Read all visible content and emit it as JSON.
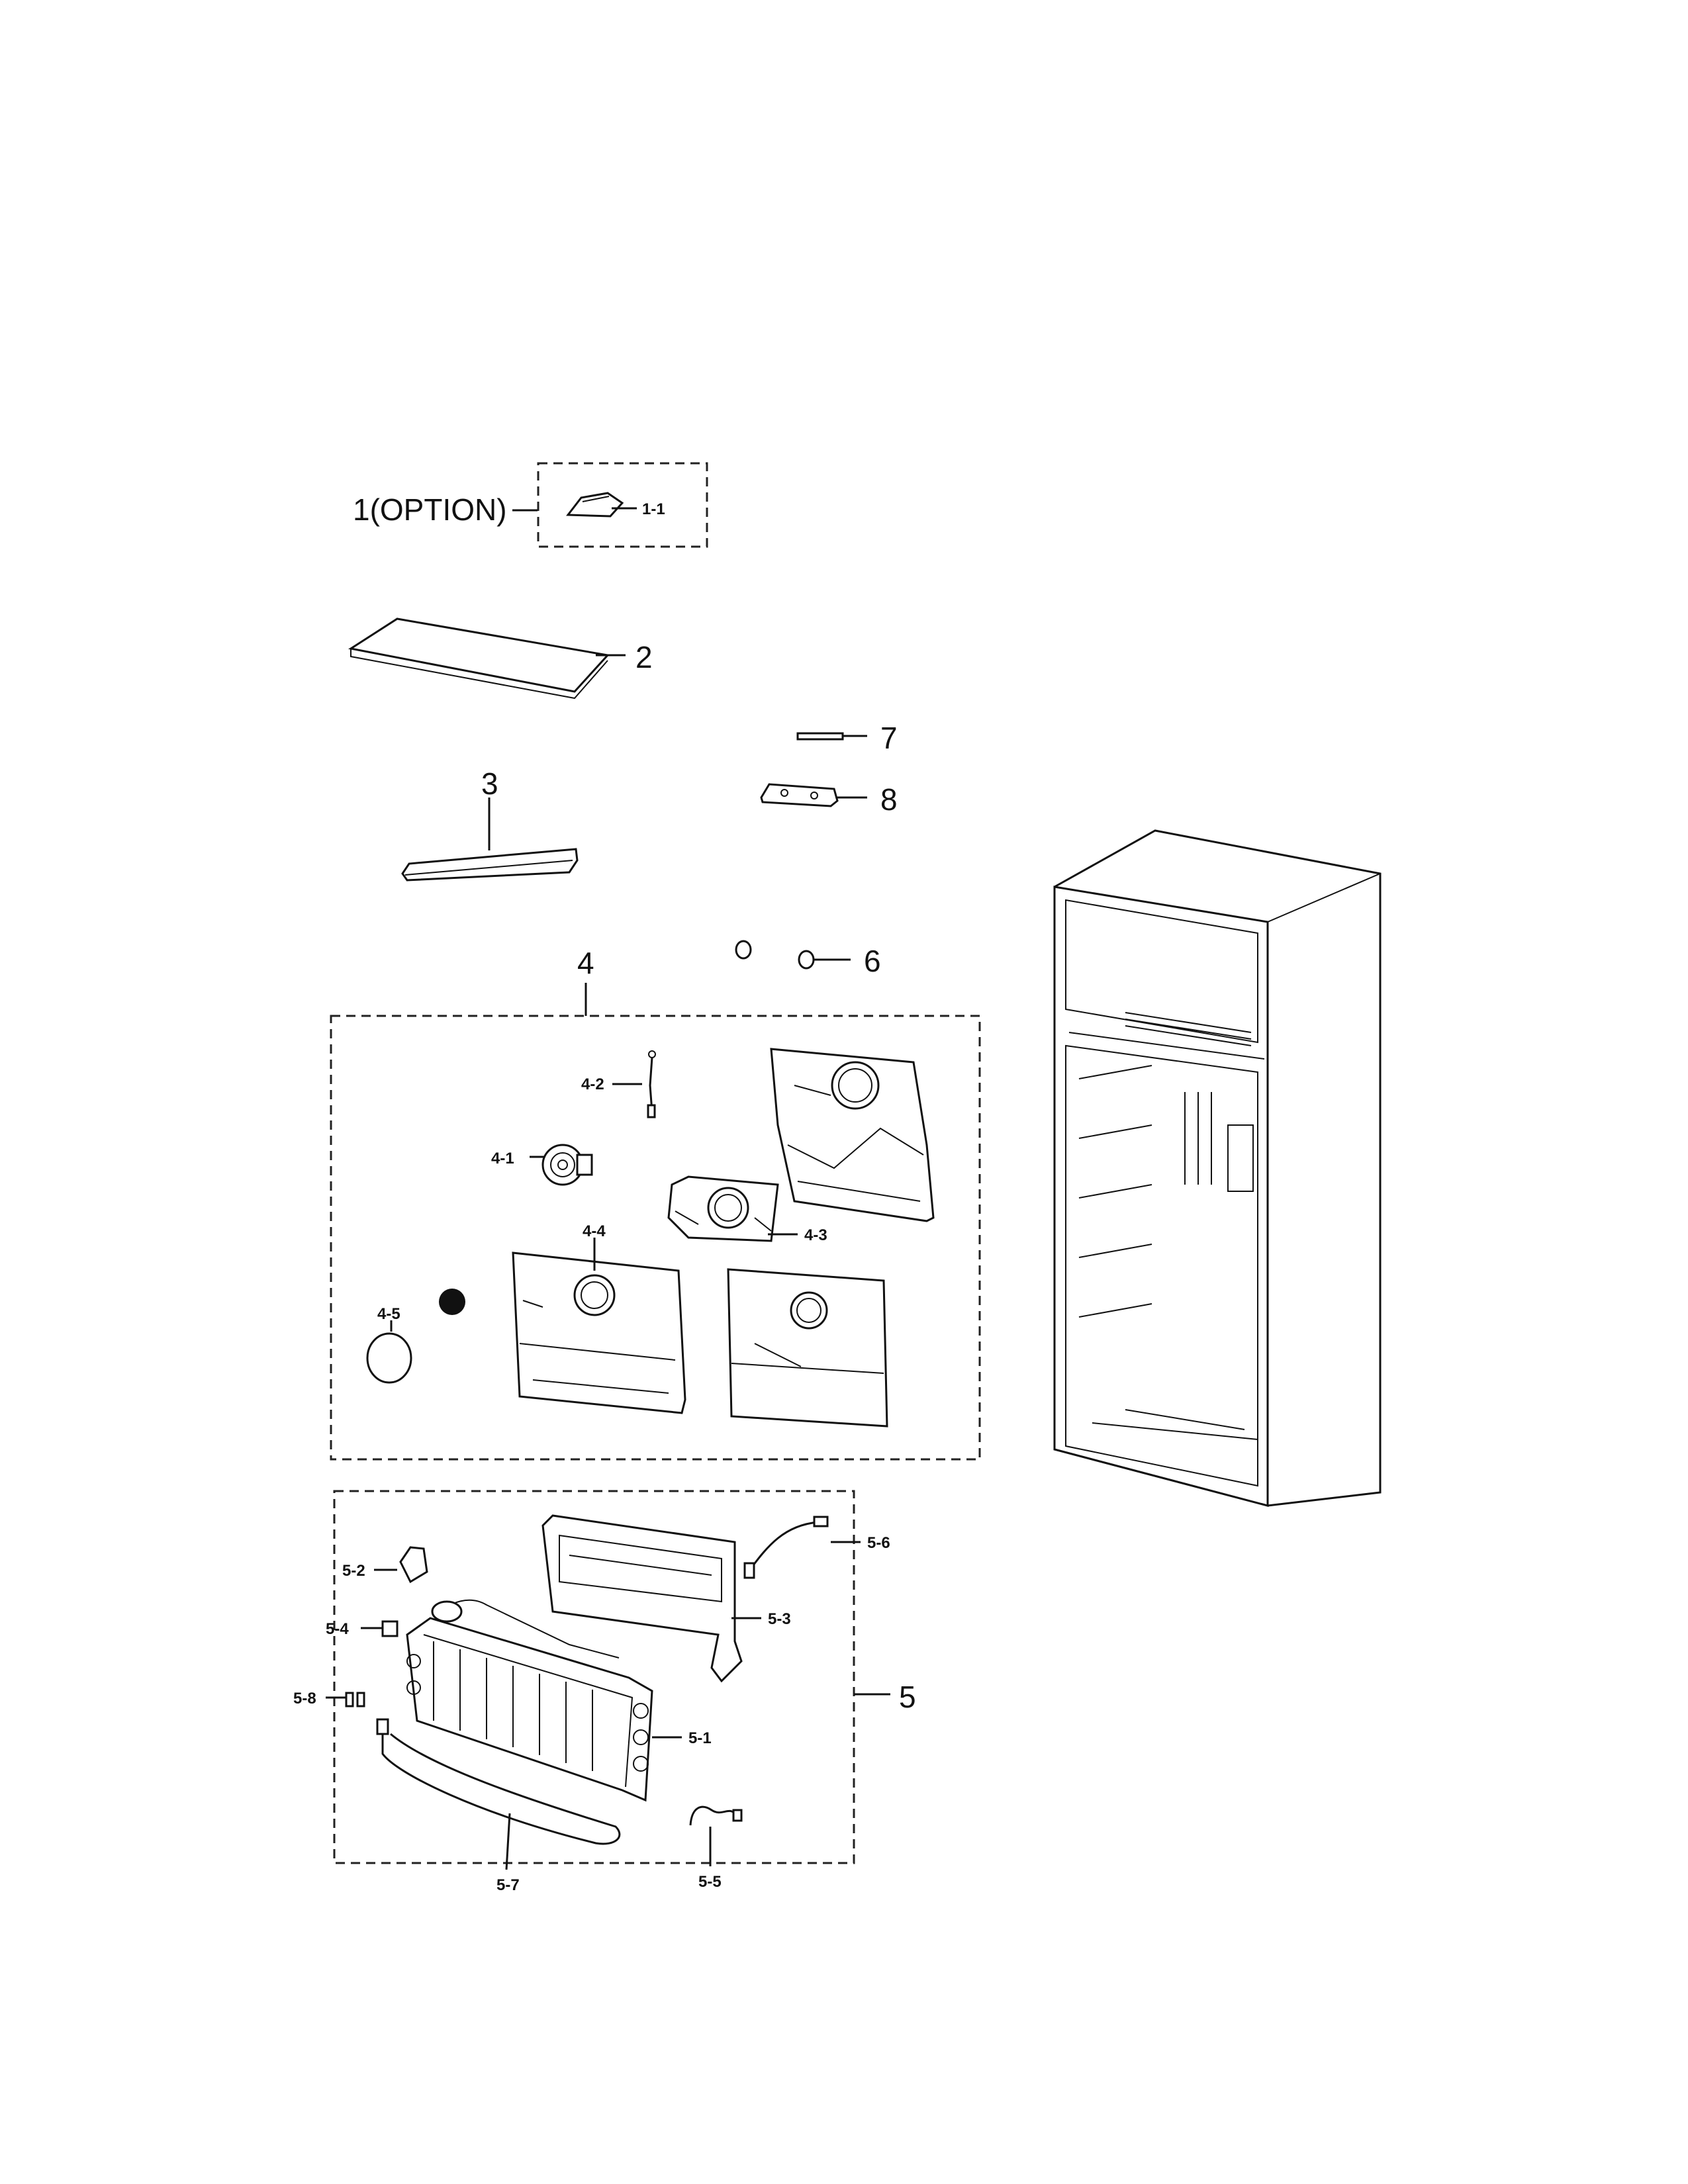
{
  "labels": {
    "l1": "1(OPTION)",
    "l1_1": "1-1",
    "l2": "2",
    "l3": "3",
    "l4": "4",
    "l4_1": "4-1",
    "l4_2": "4-2",
    "l4_3": "4-3",
    "l4_4": "4-4",
    "l4_5": "4-5",
    "l5": "5",
    "l5_1": "5-1",
    "l5_2": "5-2",
    "l5_3": "5-3",
    "l5_4": "5-4",
    "l5_5": "5-5",
    "l5_6": "5-6",
    "l5_7": "5-7",
    "l5_8": "5-8",
    "l6": "6",
    "l7": "7",
    "l8": "8"
  }
}
